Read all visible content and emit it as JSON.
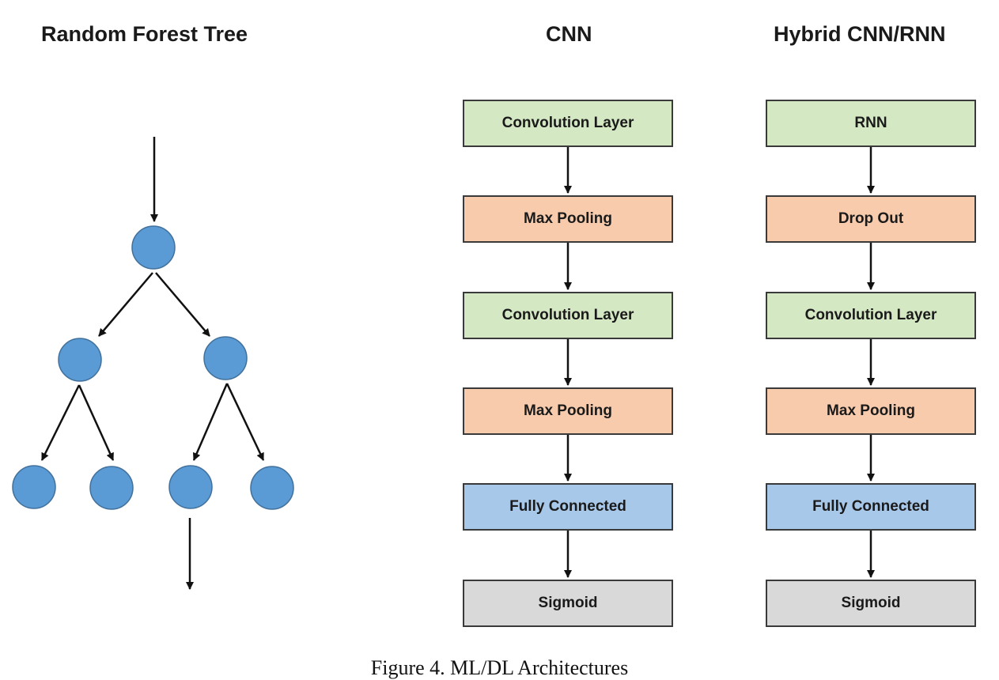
{
  "titles": {
    "random_forest": "Random Forest Tree",
    "cnn": "CNN",
    "hybrid": "Hybrid CNN/RNN"
  },
  "cnn_layers": [
    {
      "label": "Convolution Layer",
      "color": "green"
    },
    {
      "label": "Max Pooling",
      "color": "orange"
    },
    {
      "label": "Convolution Layer",
      "color": "green"
    },
    {
      "label": "Max Pooling",
      "color": "orange"
    },
    {
      "label": "Fully Connected",
      "color": "blue"
    },
    {
      "label": "Sigmoid",
      "color": "gray"
    }
  ],
  "hybrid_layers": [
    {
      "label": "RNN",
      "color": "green"
    },
    {
      "label": "Drop Out",
      "color": "orange"
    },
    {
      "label": "Convolution Layer",
      "color": "green"
    },
    {
      "label": "Max Pooling",
      "color": "orange"
    },
    {
      "label": "Fully Connected",
      "color": "blue"
    },
    {
      "label": "Sigmoid",
      "color": "gray"
    }
  ],
  "colors": {
    "green": "#d5e8c4",
    "orange": "#f8cbad",
    "blue": "#a8c8ea",
    "gray": "#d9d9d9",
    "tree_node": "#5b9bd5",
    "tree_node_stroke": "#41719c"
  },
  "caption": "Figure 4. ML/DL Architectures"
}
